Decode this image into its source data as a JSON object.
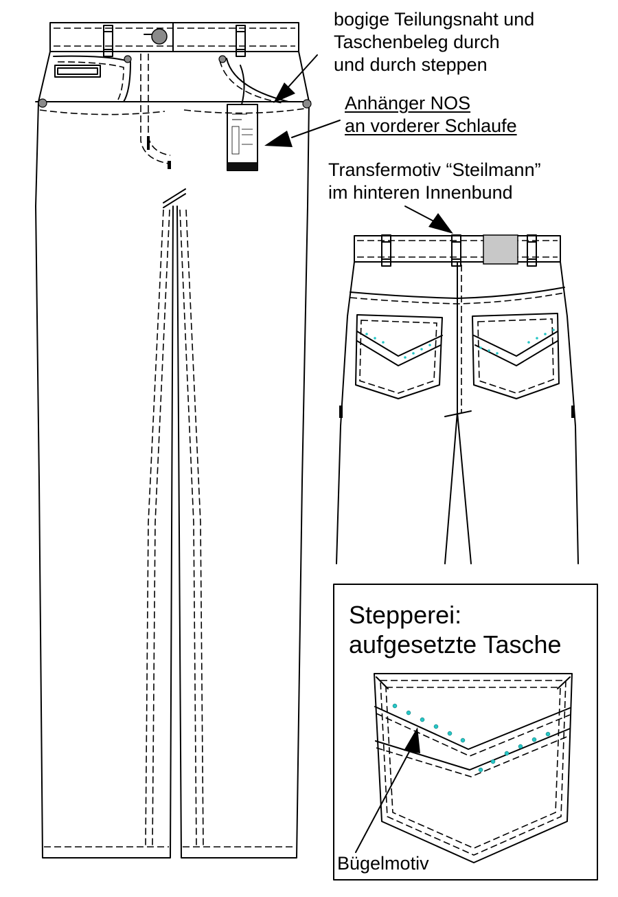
{
  "annotations": {
    "seam_note": [
      "bogige Teilungsnaht und",
      "Taschenbeleg durch",
      "und durch steppen"
    ],
    "tag_note": [
      "Anhänger NOS ",
      "an vorderer Schlaufe"
    ],
    "transfer_note": [
      "Transfermotiv “Steilmann”",
      " im hinteren Innenbund"
    ],
    "inset_title": [
      "Stepperei:",
      "aufgesetzte Tasche"
    ],
    "iron_on_label": "Bügelmotiv"
  },
  "colors": {
    "line": "#000000",
    "rivet": "#8a8a8a",
    "label_patch": "#c8c8c8",
    "stud": "#26c6c6",
    "tag_band": "#111111"
  },
  "icons": {
    "arrow": "black-filled-arrow-icon",
    "rivet": "rivet-icon",
    "stud": "rhinestone-stud-icon",
    "hang_tag": "hang-tag-icon"
  }
}
